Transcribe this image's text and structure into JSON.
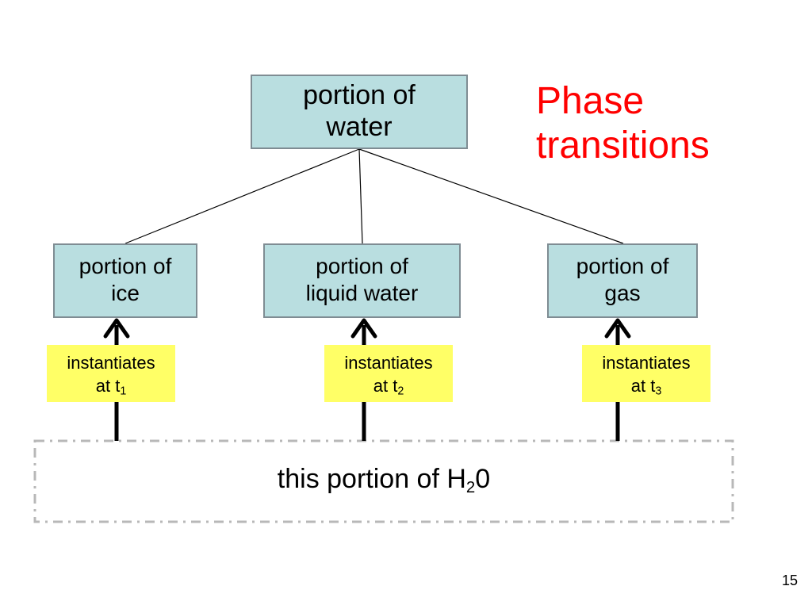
{
  "colors": {
    "box_fill": "#b9dee0",
    "box_border": "#7f8c93",
    "label_fill": "#ffff66",
    "title_color": "#ff0000",
    "arrow_color": "#000000",
    "dash_color": "#b8b8b8"
  },
  "title": {
    "line1": "Phase",
    "line2": "transitions"
  },
  "root": {
    "line1": "portion of",
    "line2": "water"
  },
  "children": [
    {
      "line1": "portion of",
      "line2": "ice"
    },
    {
      "line1": "portion of",
      "line2": "liquid water"
    },
    {
      "line1": "portion of",
      "line2": "gas"
    }
  ],
  "labels": [
    {
      "text": "instantiates",
      "at": "at t",
      "sub": "1"
    },
    {
      "text": "instantiates",
      "at": "at t",
      "sub": "2"
    },
    {
      "text": "instantiates",
      "at": "at t",
      "sub": "3"
    }
  ],
  "instance": {
    "prefix": "this portion of H",
    "sub": "2",
    "suffix": "0"
  },
  "page_number": "15"
}
